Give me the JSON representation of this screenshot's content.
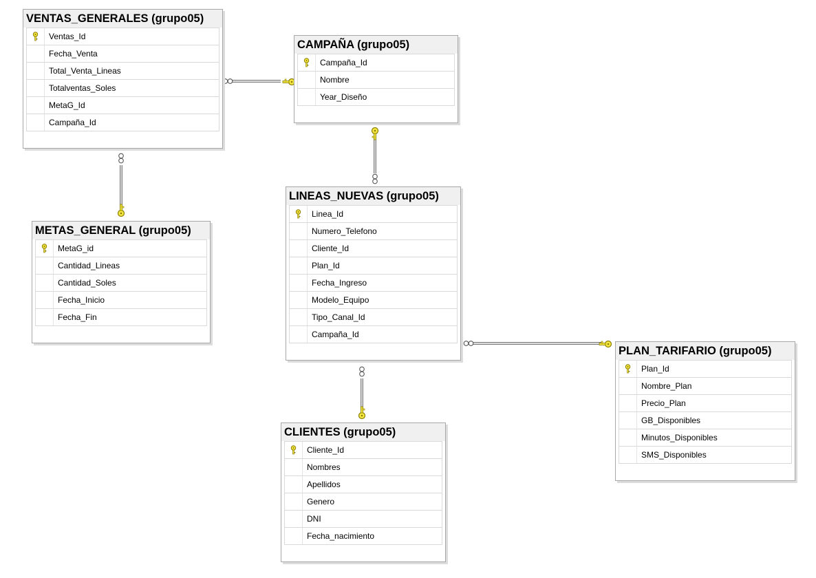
{
  "icons": {
    "primary_key": "key-icon",
    "relationship_one_end": "key-icon",
    "relationship_many_end": "infinity-icon"
  },
  "colors": {
    "key_fill": "#f5e842",
    "key_stroke": "#8a7d00",
    "line": "#7a7a7a",
    "title_bg": "#f0f0f0"
  },
  "tables": {
    "ventas_generales": {
      "title": "VENTAS_GENERALES (grupo05)",
      "columns": [
        "Ventas_Id",
        "Fecha_Venta",
        "Total_Venta_Lineas",
        "Totalventas_Soles",
        "MetaG_Id",
        "Campaña_Id"
      ]
    },
    "campana": {
      "title": "CAMPAÑA (grupo05)",
      "columns": [
        "Campaña_Id",
        "Nombre",
        "Year_Diseño"
      ]
    },
    "metas_general": {
      "title": "METAS_GENERAL (grupo05)",
      "columns": [
        "MetaG_id",
        "Cantidad_Lineas",
        "Cantidad_Soles",
        "Fecha_Inicio",
        "Fecha_Fin"
      ]
    },
    "lineas_nuevas": {
      "title": "LINEAS_NUEVAS (grupo05)",
      "columns": [
        "Linea_Id",
        "Numero_Telefono",
        "Cliente_Id",
        "Plan_Id",
        "Fecha_Ingreso",
        "Modelo_Equipo",
        "Tipo_Canal_Id",
        "Campaña_Id"
      ]
    },
    "plan_tarifario": {
      "title": "PLAN_TARIFARIO (grupo05)",
      "columns": [
        "Plan_Id",
        "Nombre_Plan",
        "Precio_Plan",
        "GB_Disponibles",
        "Minutos_Disponibles",
        "SMS_Disponibles"
      ]
    },
    "clientes": {
      "title": "CLIENTES (grupo05)",
      "columns": [
        "Cliente_Id",
        "Nombres",
        "Apellidos",
        "Genero",
        "DNI",
        "Fecha_nacimiento"
      ]
    }
  }
}
